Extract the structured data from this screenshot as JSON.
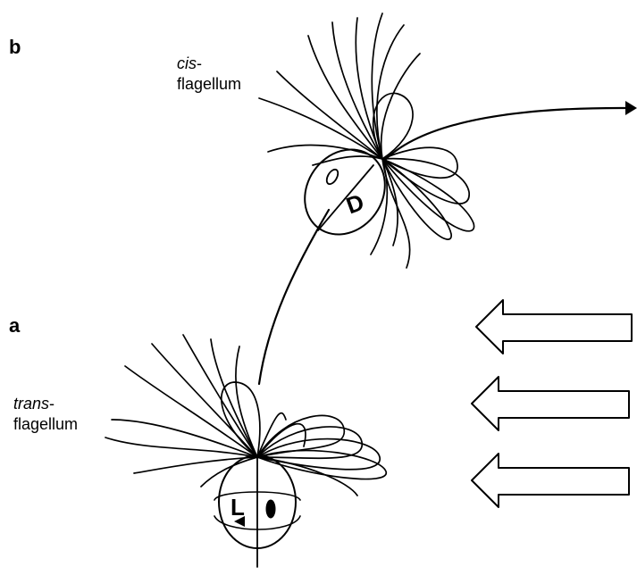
{
  "panels": {
    "a": "a",
    "b": "b"
  },
  "cis_label": {
    "prefix": "cis",
    "hyphen": "-",
    "word": "flagellum"
  },
  "trans_label": {
    "prefix": "trans",
    "hyphen": "-",
    "word": "flagellum"
  },
  "cells": {
    "lower_letter": "L",
    "upper_letter": "D"
  },
  "icons": [
    "flow-arrow-icon",
    "swim-path-arrow-icon"
  ],
  "colors": {
    "ink": "#000000",
    "background": "#ffffff"
  }
}
